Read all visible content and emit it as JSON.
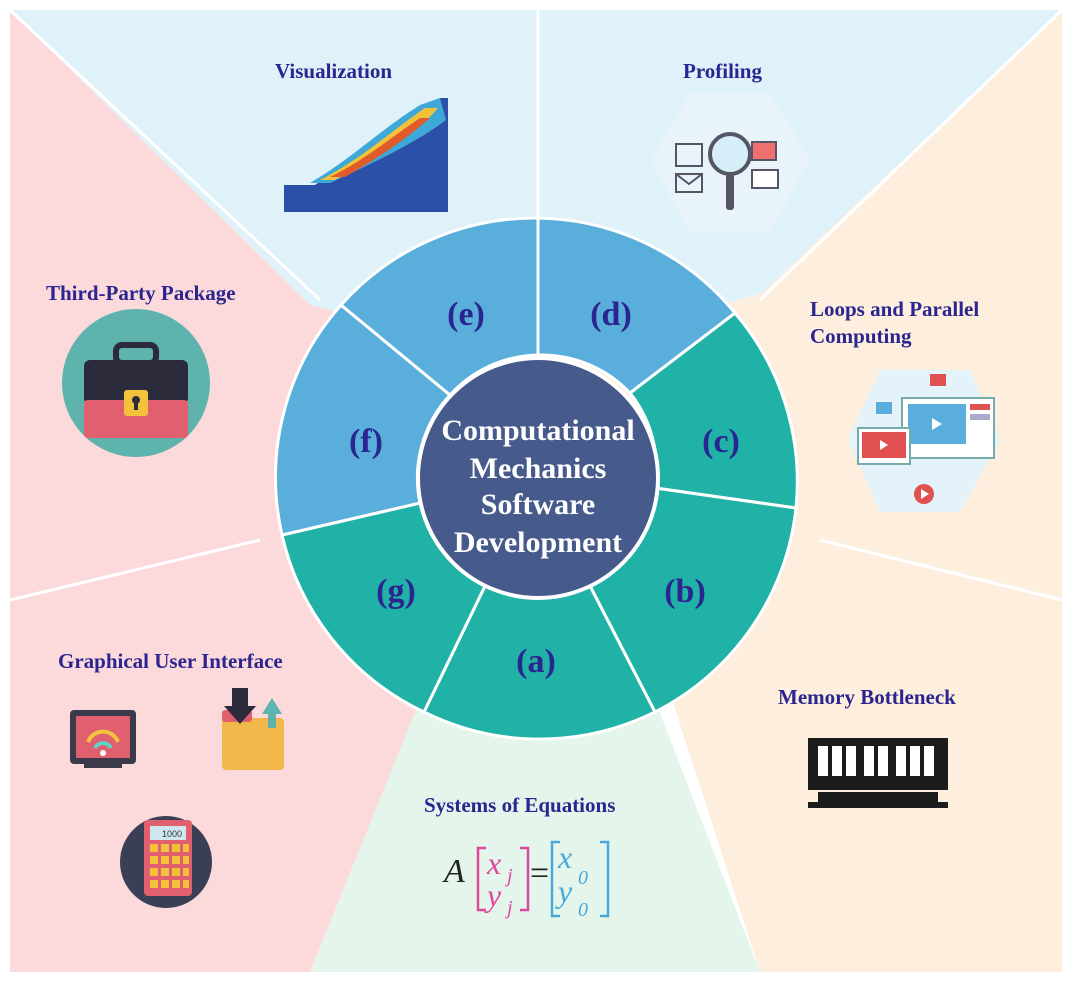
{
  "center": {
    "lines": [
      "Computational",
      "Mechanics",
      "Software",
      "Development"
    ]
  },
  "segments": [
    {
      "id": "a",
      "letter": "(a)",
      "topic": "Systems of Equations"
    },
    {
      "id": "b",
      "letter": "(b)",
      "topic": "Memory Bottleneck"
    },
    {
      "id": "c",
      "letter": "(c)",
      "topic": "Loops and Parallel Computing"
    },
    {
      "id": "d",
      "letter": "(d)",
      "topic": "Profiling"
    },
    {
      "id": "e",
      "letter": "(e)",
      "topic": "Visualization"
    },
    {
      "id": "f",
      "letter": "(f)",
      "topic": "Third-Party Package"
    },
    {
      "id": "g",
      "letter": "(g)",
      "topic": "Graphical User Interface"
    }
  ],
  "labels": {
    "visualization": "Visualization",
    "profiling": "Profiling",
    "loops_line1": "Loops and Parallel",
    "loops_line2": "Computing",
    "third_party": "Third-Party Package",
    "memory": "Memory Bottleneck",
    "gui": "Graphical User Interface",
    "systems": "Systems of Equations"
  },
  "equation": {
    "matrix_a": "A",
    "x_j": "x",
    "x_j_sub": "j",
    "y_j": "y",
    "y_j_sub": "j",
    "equals": "=",
    "x_0": "x",
    "x_0_sub": "0",
    "y_0": "y",
    "y_0_sub": "0"
  },
  "calculator_display": "1000",
  "colors": {
    "teal": "#20b2a6",
    "blue": "#5aaedb",
    "center": "#465a8c",
    "label": "#2b2590",
    "bg_top": "#dff1f9",
    "bg_right": "#fdeedd",
    "bg_bottom": "#e4f5ec",
    "bg_left": "#fcd9db"
  }
}
